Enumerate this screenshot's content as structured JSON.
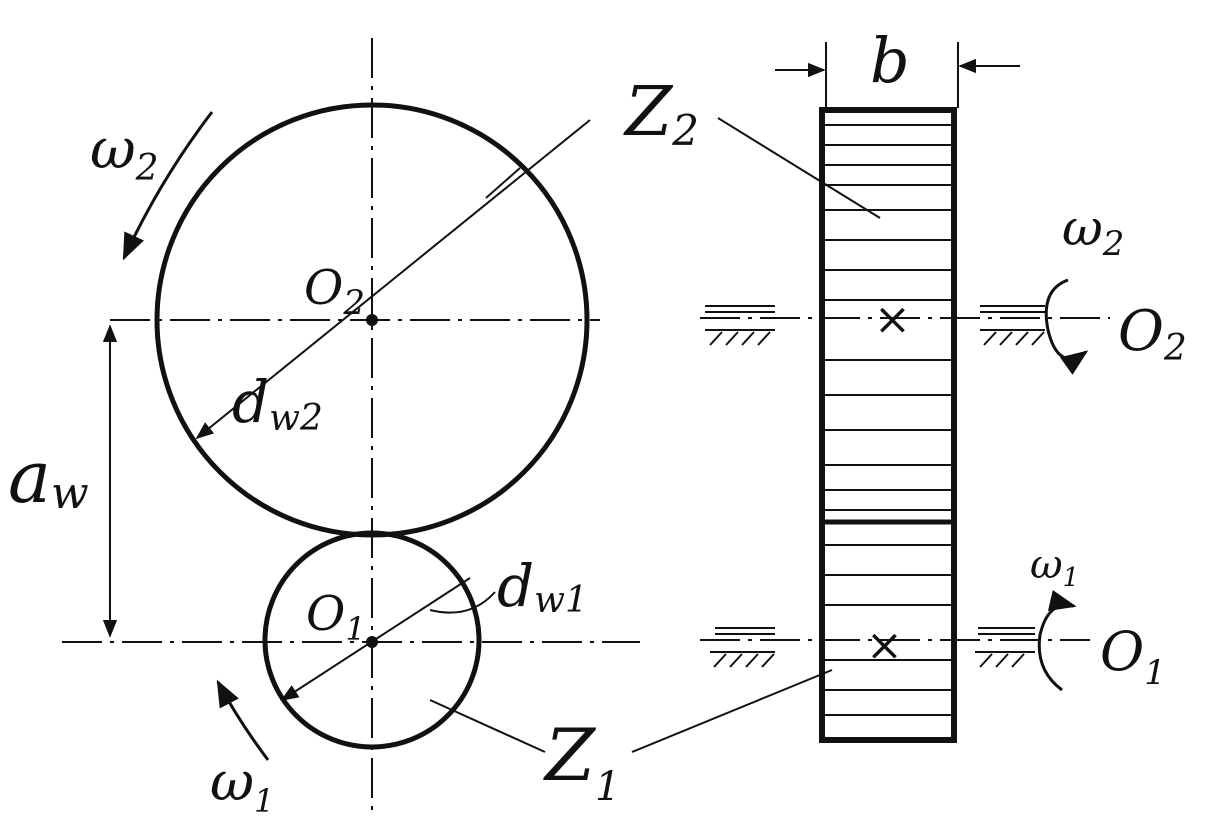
{
  "labels": {
    "z2": "Z",
    "z2_sub": "2",
    "z1": "Z",
    "z1_sub": "1",
    "b": "b",
    "aw": "a",
    "aw_sub": "w",
    "dw2": "d",
    "dw2_sub": "w2",
    "dw1": "d",
    "dw1_sub": "w1",
    "o2": "O",
    "o2_sub": "2",
    "o1": "O",
    "o1_sub": "1",
    "o2_side": "O",
    "o2_side_sub": "2",
    "o1_side": "O",
    "o1_side_sub": "1",
    "omega2_left": "ω",
    "omega2_left_sub": "2",
    "omega1_left": "ω",
    "omega1_left_sub": "1",
    "omega2_right": "ω",
    "omega2_right_sub": "2",
    "omega1_right": "ω",
    "omega1_right_sub": "1",
    "x2_mark": "×",
    "x1_mark": "×"
  }
}
